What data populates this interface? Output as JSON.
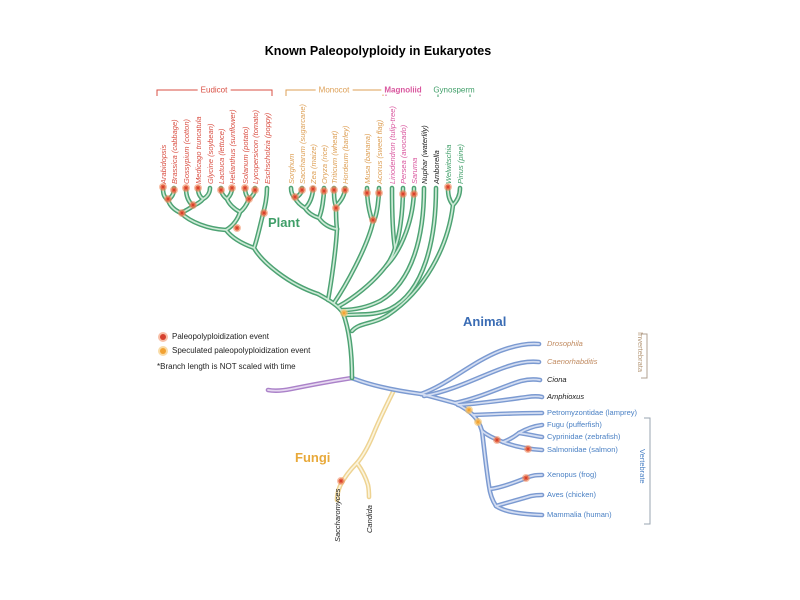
{
  "title": "Known Paleopolyploidy in Eukaryotes",
  "sections": {
    "plant": "Plant",
    "animal": "Animal",
    "fungi": "Fungi"
  },
  "group_headers": [
    {
      "label": "Eudicot"
    },
    {
      "label": "Monocot"
    },
    {
      "label": "Magnoliid"
    },
    {
      "label": "Gynosperm"
    }
  ],
  "plant_taxa": [
    {
      "label": "Arabidopsis",
      "group": "eudicot"
    },
    {
      "label": "Brassica (cabbage)",
      "group": "eudicot"
    },
    {
      "label": "Gossypium (cotton)",
      "group": "eudicot"
    },
    {
      "label": "Medicago truncatula",
      "group": "eudicot"
    },
    {
      "label": "Glycine (soybean)",
      "group": "eudicot"
    },
    {
      "label": "Lactuca (lettuce)",
      "group": "eudicot"
    },
    {
      "label": "Helianthus (sunflower)",
      "group": "eudicot"
    },
    {
      "label": "Solanum (potato)",
      "group": "eudicot"
    },
    {
      "label": "Lycopersicon (tomato)",
      "group": "eudicot"
    },
    {
      "label": "Eschscholzia (poppy)",
      "group": "eudicot"
    },
    {
      "label": "Sorghum",
      "group": "monocot"
    },
    {
      "label": "Saccharum (sugarcane)",
      "group": "monocot"
    },
    {
      "label": "Zea (maize)",
      "group": "monocot"
    },
    {
      "label": "Oryza (rice)",
      "group": "monocot"
    },
    {
      "label": "Triticum (wheat)",
      "group": "monocot"
    },
    {
      "label": "Hordeum (barley)",
      "group": "monocot"
    },
    {
      "label": "Musa (banana)",
      "group": "monocot"
    },
    {
      "label": "Acorus (sweet flag)",
      "group": "monocot"
    },
    {
      "label": "Liriodendron (tulip-tree)",
      "group": "magnoliid"
    },
    {
      "label": "Persea (avocado)",
      "group": "magnoliid"
    },
    {
      "label": "Saruma",
      "group": "magnoliid"
    },
    {
      "label": "Nuphar (waterlily)",
      "group": "basal-angiosperm"
    },
    {
      "label": "Amborella",
      "group": "basal-angiosperm"
    },
    {
      "label": "Welwitschia",
      "group": "gymnosperm"
    },
    {
      "label": "Pinus (pine)",
      "group": "gymnosperm"
    }
  ],
  "animal_taxa": [
    {
      "label": "Drosophila"
    },
    {
      "label": "Caenorhabditis"
    },
    {
      "label": "Ciona"
    },
    {
      "label": "Amphioxus"
    },
    {
      "label": "Petromyzontidae (lamprey)"
    },
    {
      "label": "Fugu (pufferfish)"
    },
    {
      "label": "Cyprinidae (zebrafish)"
    },
    {
      "label": "Salmonidae (salmon)"
    },
    {
      "label": "Xenopus (frog)"
    },
    {
      "label": "Aves (chicken)"
    },
    {
      "label": "Mammalia (human)"
    }
  ],
  "fungi_taxa": [
    {
      "label": "Saccharomyces"
    },
    {
      "label": "Candida"
    }
  ],
  "clade_brackets": [
    {
      "label": "Invertebrata"
    },
    {
      "label": "Vertebrate"
    }
  ],
  "legend": {
    "event": "Paleopolyploidization event",
    "speculated": "Speculated paleopolyploidization event",
    "note": "*Branch length is NOT scaled with time"
  },
  "colors": {
    "plant_branch": "#4da273",
    "animal_branch": "#7b9ad1",
    "fungi_branch": "#eed392",
    "outgroup_branch": "#ab82c9",
    "eudicot_label": "#d94f43",
    "monocot_label": "#dd9f55",
    "magnoliid_label": "#d9569e",
    "gymnosperm_label": "#3f9e68",
    "event_dot": "#d6402e",
    "speculated_dot": "#f2a233",
    "vertebrate_label": "#4a80c4",
    "invertebrate_label": "#b59878"
  }
}
